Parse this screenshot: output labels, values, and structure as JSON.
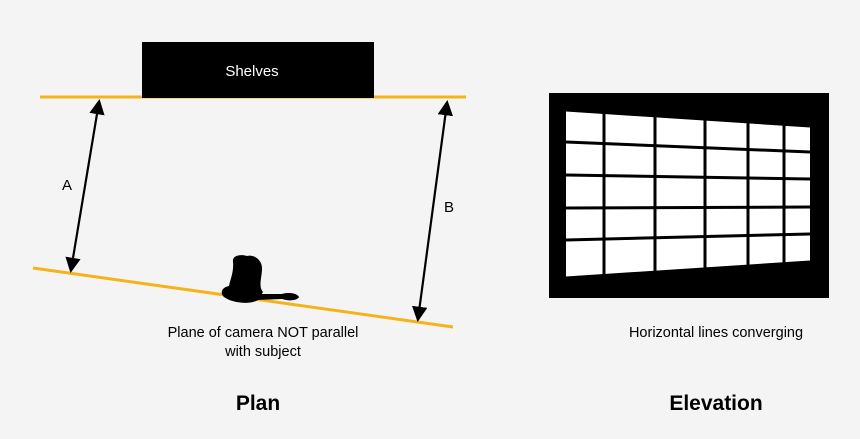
{
  "plan": {
    "shelves_label": "Shelves",
    "label_a": "A",
    "label_b": "B",
    "caption_line1": "Plane of camera NOT parallel",
    "caption_line2": "with subject",
    "heading": "Plan"
  },
  "elevation": {
    "caption": "Horizontal lines converging",
    "heading": "Elevation"
  },
  "colors": {
    "background": "#f4f4f4",
    "line_accent": "#f5b31a",
    "ink": "#000000",
    "panel": "#ffffff"
  }
}
